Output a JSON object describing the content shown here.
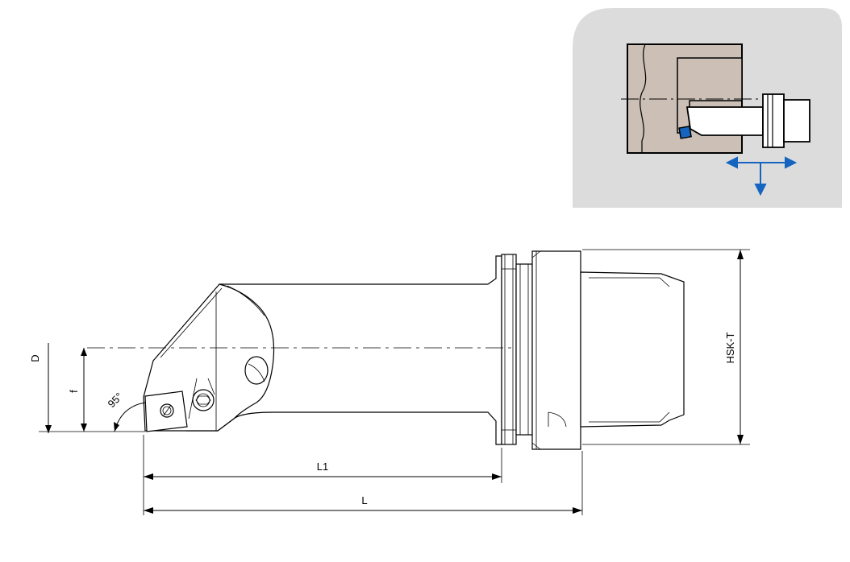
{
  "dimensions": {
    "diameter_label": "D",
    "offset_label": "f",
    "angle_label": "95°",
    "shank_length_label": "L1",
    "overall_length_label": "L",
    "interface_label": "HSK-T"
  },
  "inset": {
    "background_color": "#dcdcdc",
    "workpiece_color": "#cbbfb6",
    "insert_color": "#1565c0",
    "arrow_color": "#1565c0"
  }
}
